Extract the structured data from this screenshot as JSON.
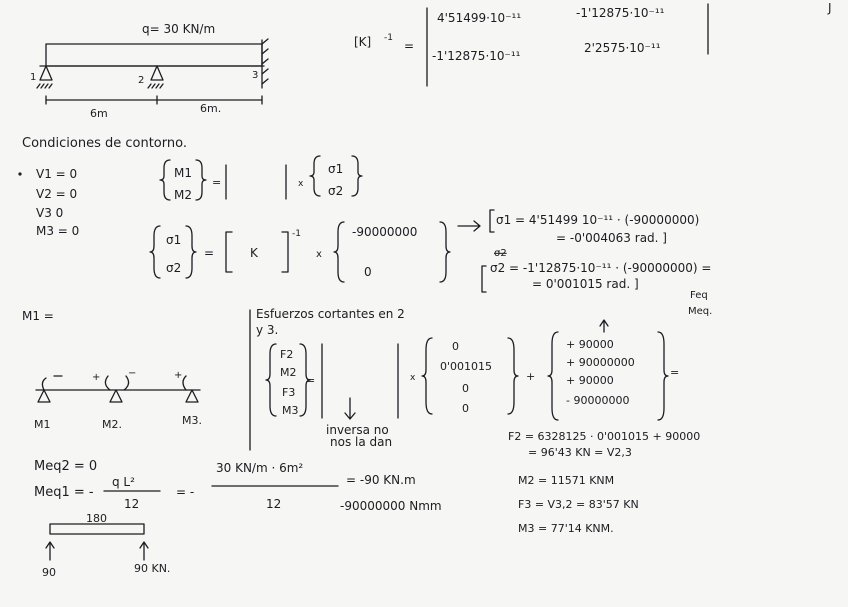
{
  "page_mark": "J",
  "beam": {
    "load": "q= 30 KN/m",
    "node_1": "1",
    "node_2": "2",
    "node_3": "3",
    "span_1": "6m",
    "span_2": "6m."
  },
  "kinv": {
    "label": "[K]",
    "exp": "-1",
    "eq": "=",
    "a11": "4'51499·10⁻¹¹",
    "a12": "-1'12875·10⁻¹¹",
    "a21": "-1'12875·10⁻¹¹",
    "a22": "2'2575·10⁻¹¹"
  },
  "conditions": {
    "title": "Condiciones de contorno.",
    "v1": "V1 = 0",
    "v2": "V2 = 0",
    "v3": "V3  0",
    "m3": "M3 = 0"
  },
  "eq1": {
    "m1": "M1",
    "m2": "M2",
    "eq": "=",
    "x": "x",
    "s1": "σ1",
    "s2": "σ2"
  },
  "eq2": {
    "s1": "σ1",
    "s2": "σ2",
    "eq": "=",
    "k": "K",
    "exp": "-1",
    "x": "x",
    "v1": "-90000000",
    "v2": "0"
  },
  "results": {
    "r1a": "σ1 = 4'51499 10⁻¹¹ · (-90000000)",
    "r1b": "= -0'004063 rad. ]",
    "r2a": "σ2 = -1'12875·10⁻¹¹ · (-90000000) =",
    "r2b": "= 0'001015 rad. ]",
    "note": "Feq",
    "note2": "Meq."
  },
  "m1_label": "M1 =",
  "supports": {
    "m1": "M1",
    "m2": "M2.",
    "m3": "M3.",
    "plus1": "+",
    "minus1": "−",
    "plus2": "+"
  },
  "shear": {
    "title": "Esfuerzos cortantes en 2",
    "title2": "y 3.",
    "f2": "F2",
    "m2": "M2",
    "f3": "F3",
    "m3": "M3",
    "eq": "=",
    "x": "x",
    "v1": "0",
    "v2": "0'001015",
    "v3": "0",
    "v4": "0",
    "plus": "+",
    "w1": "+ 90000",
    "w2": "+ 90000000",
    "w3": "+ 90000",
    "w4": "- 90000000",
    "eq2": "=",
    "inverse": "inversa no",
    "inverse2": "nos la dan"
  },
  "meq": {
    "meq2": "Meq2 = 0",
    "meq1": "Meq1 = -",
    "num1": "q L²",
    "den1": "12",
    "eq": "= -",
    "num2": "30 KN/m · 6m²",
    "den2": "12",
    "res1": "= -90 KN.m",
    "res2": "-90000000 Nmm"
  },
  "small_beam": {
    "label": "180",
    "left": "90",
    "right": "90 KN."
  },
  "final": {
    "f2a": "F2 = 6328125 · 0'001015 + 90000",
    "f2b": "= 96'43 KN = V2,3",
    "m2": "M2 = 11571 KNM",
    "f3": "F3 = V3,2 =   83'57 KN",
    "m3": "M3 = 77'14 KNM."
  }
}
